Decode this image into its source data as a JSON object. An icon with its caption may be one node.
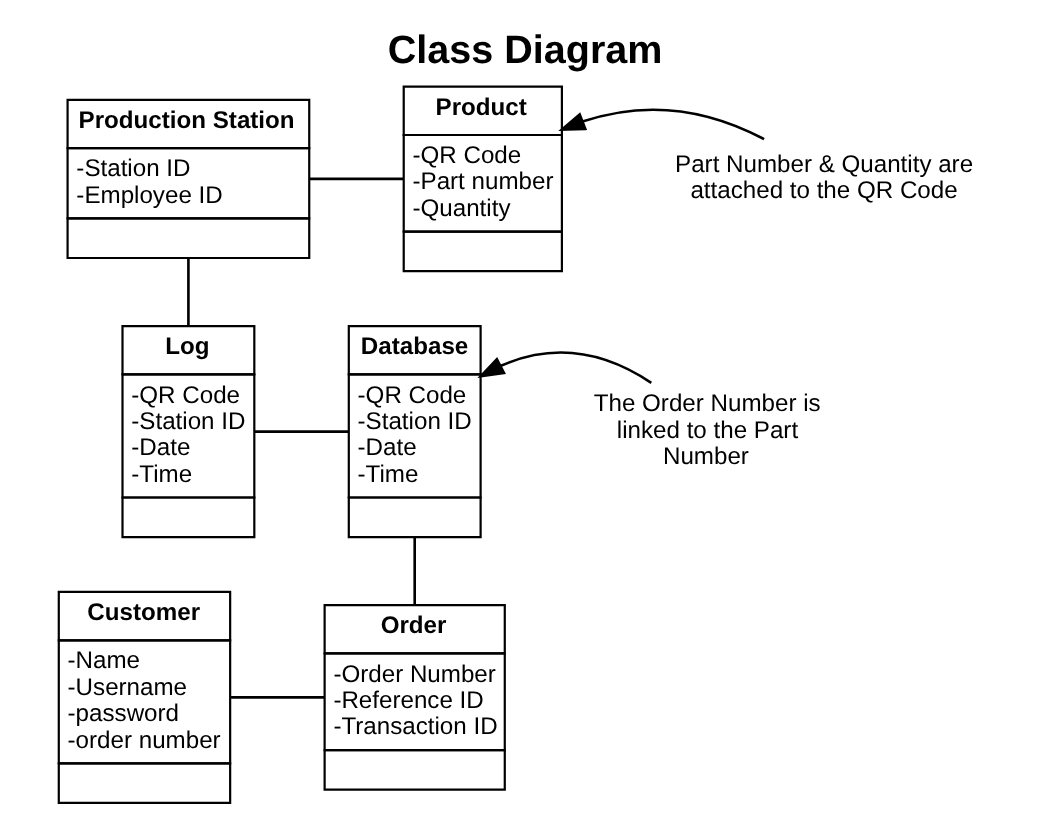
{
  "diagram": {
    "title": "Class Diagram",
    "nodes": [
      {
        "text": [
          "Production Station",
          "-Station ID",
          "-Employee ID"
        ]
      },
      {
        "text": [
          "Product",
          "-QR Code",
          "-Part number",
          "-Quantity"
        ]
      },
      {
        "text": [
          "Part Number & Quantity are attached to the QR Code"
        ]
      },
      {
        "text": [
          "Log",
          "-QR Code",
          "-Station ID",
          "-Date",
          "-Time"
        ]
      },
      {
        "text": [
          "Database",
          "-QR Code",
          "-Station ID",
          "-Date",
          "-Time"
        ]
      },
      {
        "text": [
          "The Order Number is linked to the Part Number"
        ]
      },
      {
        "text": [
          "Customer",
          "-Name",
          "-Username",
          "-password",
          "-order number"
        ]
      },
      {
        "text": [
          "Order",
          "-Order Number",
          "-Reference ID",
          "-Transaction ID"
        ]
      }
    ],
    "edges": [
      {
        "from": 0,
        "to": 1,
        "arrow": "none"
      },
      {
        "from": 2,
        "to": 1,
        "arrow": "to"
      },
      {
        "from": 0,
        "to": 3,
        "arrow": "none"
      },
      {
        "from": 3,
        "to": 4,
        "arrow": "none"
      },
      {
        "from": 5,
        "to": 4,
        "arrow": "to"
      },
      {
        "from": 4,
        "to": 7,
        "arrow": "none"
      },
      {
        "from": 6,
        "to": 7,
        "arrow": "none"
      }
    ]
  }
}
